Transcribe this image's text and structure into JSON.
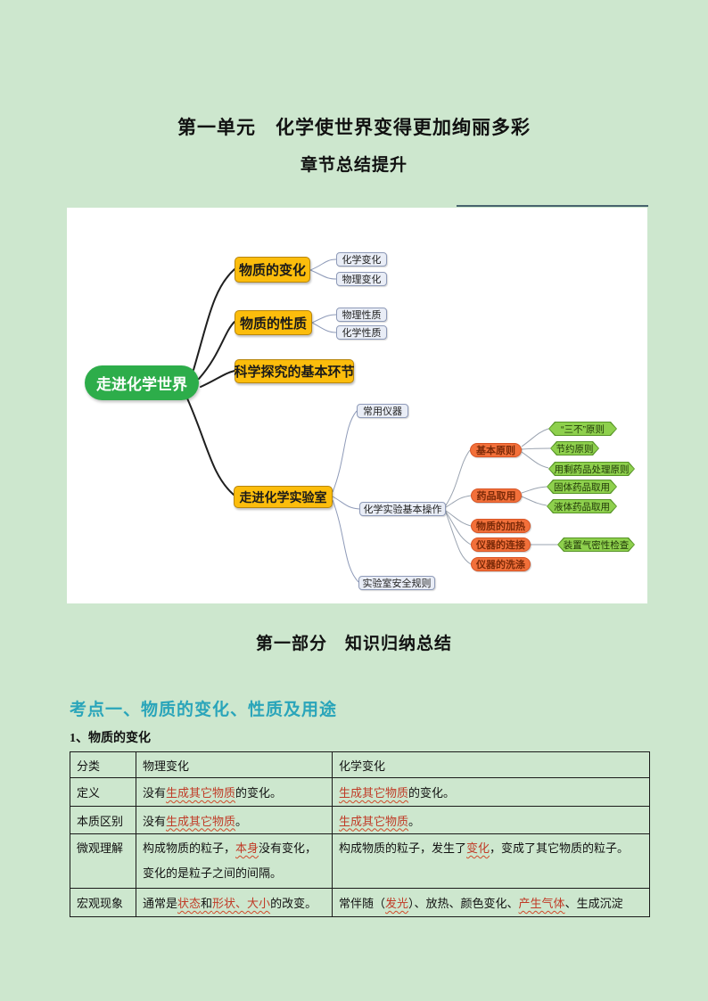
{
  "doc": {
    "title1": "第一单元　化学使世界变得更加绚丽多彩",
    "title2": "章节总结提升",
    "part1_title": "第一部分　知识归纳总结",
    "kaodian_heading": "考点一、物质的变化、性质及用途",
    "sub_heading": "1、物质的变化"
  },
  "colors": {
    "page_bg": "#cde7ce",
    "heading_teal": "#2aa5ba",
    "root_green": "#2dad4a",
    "branch_yellow": "#fcbd0c",
    "leaf_blue_gray": "#e9edf6",
    "op_orange": "#f2703a",
    "hex_green": "#8ed04d",
    "red_emphasis": "#c03a26"
  },
  "mindmap": {
    "root": {
      "label": "走进化学世界"
    },
    "branches": [
      {
        "label": "物质的变化",
        "children": [
          {
            "label": "化学变化"
          },
          {
            "label": "物理变化"
          }
        ]
      },
      {
        "label": "物质的性质",
        "children": [
          {
            "label": "物理性质"
          },
          {
            "label": "化学性质"
          }
        ]
      },
      {
        "label": "科学探究的基本环节",
        "children": []
      },
      {
        "label": "走进化学实验室",
        "children": [
          {
            "label": "常用仪器"
          },
          {
            "label": "化学实验基本操作"
          },
          {
            "label": "实验室安全规则"
          }
        ]
      }
    ],
    "operations": [
      {
        "label": "基本原则",
        "children": [
          {
            "label": "“三不”原则"
          },
          {
            "label": "节约原则"
          },
          {
            "label": "用剩药品处理原则"
          }
        ]
      },
      {
        "label": "药品取用",
        "children": [
          {
            "label": "固体药品取用"
          },
          {
            "label": "液体药品取用"
          }
        ]
      },
      {
        "label": "物质的加热",
        "children": []
      },
      {
        "label": "仪器的连接",
        "children": [
          {
            "label": "装置气密性检查"
          }
        ]
      },
      {
        "label": "仪器的洗涤",
        "children": []
      }
    ]
  },
  "table": {
    "rows": [
      {
        "cells": [
          [
            {
              "t": "分类",
              "s": ""
            }
          ],
          [
            {
              "t": "物理变化",
              "s": ""
            }
          ],
          [
            {
              "t": "化学变化",
              "s": ""
            }
          ]
        ]
      },
      {
        "cells": [
          [
            {
              "t": "定义",
              "s": ""
            }
          ],
          [
            {
              "t": "没有",
              "s": ""
            },
            {
              "t": "生成其它物质",
              "s": "r"
            },
            {
              "t": "的变化。",
              "s": ""
            }
          ],
          [
            {
              "t": "生成其它物质",
              "s": "r"
            },
            {
              "t": "的变化。",
              "s": ""
            }
          ]
        ]
      },
      {
        "cells": [
          [
            {
              "t": "本质区别",
              "s": ""
            }
          ],
          [
            {
              "t": "没有",
              "s": ""
            },
            {
              "t": "生成其它物质",
              "s": "r"
            },
            {
              "t": "。",
              "s": ""
            }
          ],
          [
            {
              "t": "生成其它物质",
              "s": "r"
            },
            {
              "t": "。",
              "s": ""
            }
          ]
        ]
      },
      {
        "cells": [
          [
            {
              "t": "微观理解",
              "s": ""
            }
          ],
          [
            {
              "t": "构成物质的粒子，",
              "s": ""
            },
            {
              "t": "本身",
              "s": "r"
            },
            {
              "t": "没有变化，变化的是粒子之间的间隔。",
              "s": ""
            }
          ],
          [
            {
              "t": "构成物质的粒子，发生了",
              "s": ""
            },
            {
              "t": "变化",
              "s": "r"
            },
            {
              "t": "，变成了其它物质的粒子。",
              "s": ""
            }
          ]
        ]
      },
      {
        "cells": [
          [
            {
              "t": "宏观现象",
              "s": ""
            }
          ],
          [
            {
              "t": "通常是",
              "s": ""
            },
            {
              "t": "状态",
              "s": "r"
            },
            {
              "t": "和",
              "s": "u"
            },
            {
              "t": "形状、大小",
              "s": "r"
            },
            {
              "t": "的改变。",
              "s": ""
            }
          ],
          [
            {
              "t": "常伴随（",
              "s": ""
            },
            {
              "t": "发光",
              "s": "r"
            },
            {
              "t": "）、放热、颜色变化、",
              "s": ""
            },
            {
              "t": "产生气体",
              "s": "r"
            },
            {
              "t": "、生成沉淀",
              "s": ""
            }
          ]
        ]
      }
    ]
  }
}
